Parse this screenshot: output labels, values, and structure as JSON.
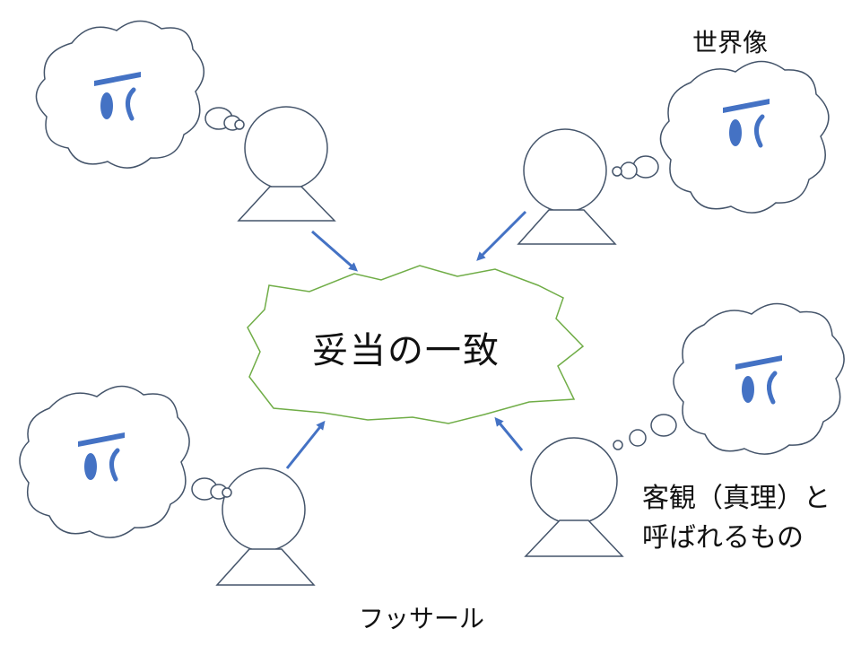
{
  "labels": {
    "world_image": "世界像",
    "center": "妥当の一致",
    "objective_line1": "客観（真理）と",
    "objective_line2": "呼ばれるもの",
    "husserl": "フッサール"
  },
  "colors": {
    "outline": "#44546a",
    "arrow": "#4472c4",
    "burst": "#70ad47",
    "glyph": "#4472c4"
  }
}
